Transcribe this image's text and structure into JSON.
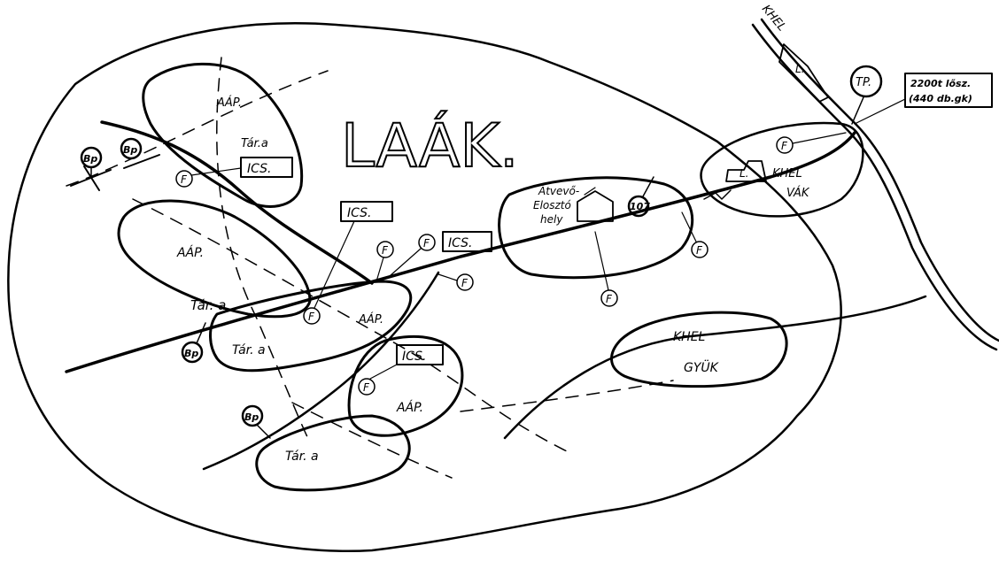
{
  "title": "LAÁK.",
  "zones": {
    "aap": "AÁP.",
    "tar": "Tár.a",
    "tar_spaced": "Tár. a",
    "ics": "ICS."
  },
  "markers": {
    "f": "F",
    "bp": "Bp",
    "tp": "TP.",
    "n107": "107"
  },
  "receiving_point": {
    "line1": "Átvevő-",
    "line2": "Elosztó",
    "line3": "hely"
  },
  "northeast": {
    "khel_road": "KHEL",
    "l": "L.",
    "khel": "KHEL",
    "vak": "VÁK"
  },
  "supply_box": {
    "line1": "2200t lősz.",
    "line2": "(440 db.gk)"
  },
  "southeast": {
    "khel": "KHEL",
    "gyuk": "GYÜK"
  }
}
